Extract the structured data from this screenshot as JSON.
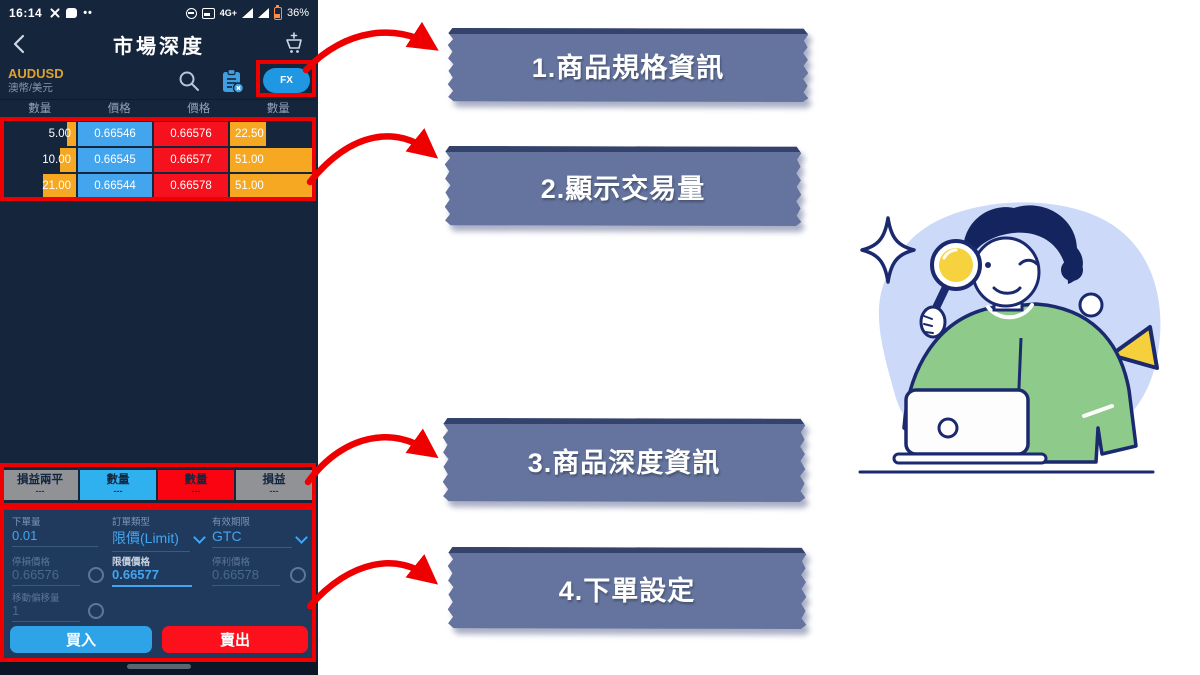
{
  "phone": {
    "status": {
      "time": "16:14",
      "network": "4G+",
      "battery": "36%"
    },
    "header": {
      "title": "市場深度"
    },
    "symbol": {
      "code": "AUDUSD",
      "name": "澳幣/美元",
      "fx": "FX"
    },
    "depth": {
      "headers": [
        "數量",
        "價格",
        "價格",
        "數量"
      ],
      "rows": [
        {
          "bid_qty": "5.00",
          "bid_price": "0.66546",
          "ask_price": "0.66576",
          "ask_qty": "22.50"
        },
        {
          "bid_qty": "10.00",
          "bid_price": "0.66545",
          "ask_price": "0.66577",
          "ask_qty": "51.00"
        },
        {
          "bid_qty": "21.00",
          "bid_price": "0.66544",
          "ask_price": "0.66578",
          "ask_qty": "51.00"
        }
      ]
    },
    "quick": [
      {
        "label": "損益兩平",
        "value": "---"
      },
      {
        "label": "數量",
        "value": "---"
      },
      {
        "label": "數量",
        "value": "---"
      },
      {
        "label": "損益",
        "value": "---"
      }
    ],
    "form": {
      "volume_label": "下單量",
      "volume": "0.01",
      "type_label": "訂單類型",
      "type": "限價(Limit)",
      "tif_label": "有效期限",
      "tif": "GTC",
      "stop_label": "停損價格",
      "stop": "0.66576",
      "limit_label": "限價價格",
      "limit": "0.66577",
      "profit_label": "停利價格",
      "profit": "0.66578",
      "trail_label": "移動偏移量",
      "trail": "1",
      "buy": "買入",
      "sell": "賣出"
    }
  },
  "callouts": [
    {
      "label": "1.商品規格資訊"
    },
    {
      "label": "2.顯示交易量"
    },
    {
      "label": "3.商品深度資訊"
    },
    {
      "label": "4.下單設定"
    }
  ],
  "colors": {
    "bid_cell": "#43a5ed",
    "ask_cell": "#f5121e",
    "volume_bar": "#f7a823",
    "banner": "#64749e",
    "annotation": "#ee0000",
    "phone_bg": "#15253c",
    "buy_button": "#2fa3e8",
    "sell_button": "#fb101c",
    "fx_badge": "#1f97e3"
  }
}
